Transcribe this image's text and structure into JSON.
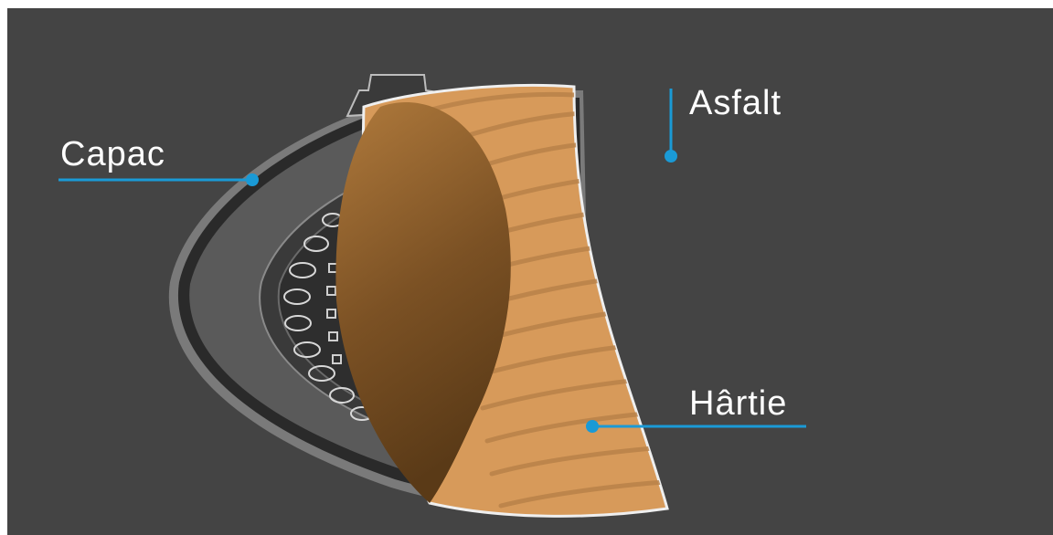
{
  "labels": {
    "capac": "Capac",
    "asfalt": "Asfalt",
    "hartie": "Hârtie"
  },
  "colors": {
    "background": "#444444",
    "leader": "#1a9ad6",
    "label_text": "#ffffff",
    "paper": "#d79a5a",
    "paper_stripe": "#b98249",
    "cover_dark": "#2b2b2b",
    "cover_mid": "#575757"
  }
}
